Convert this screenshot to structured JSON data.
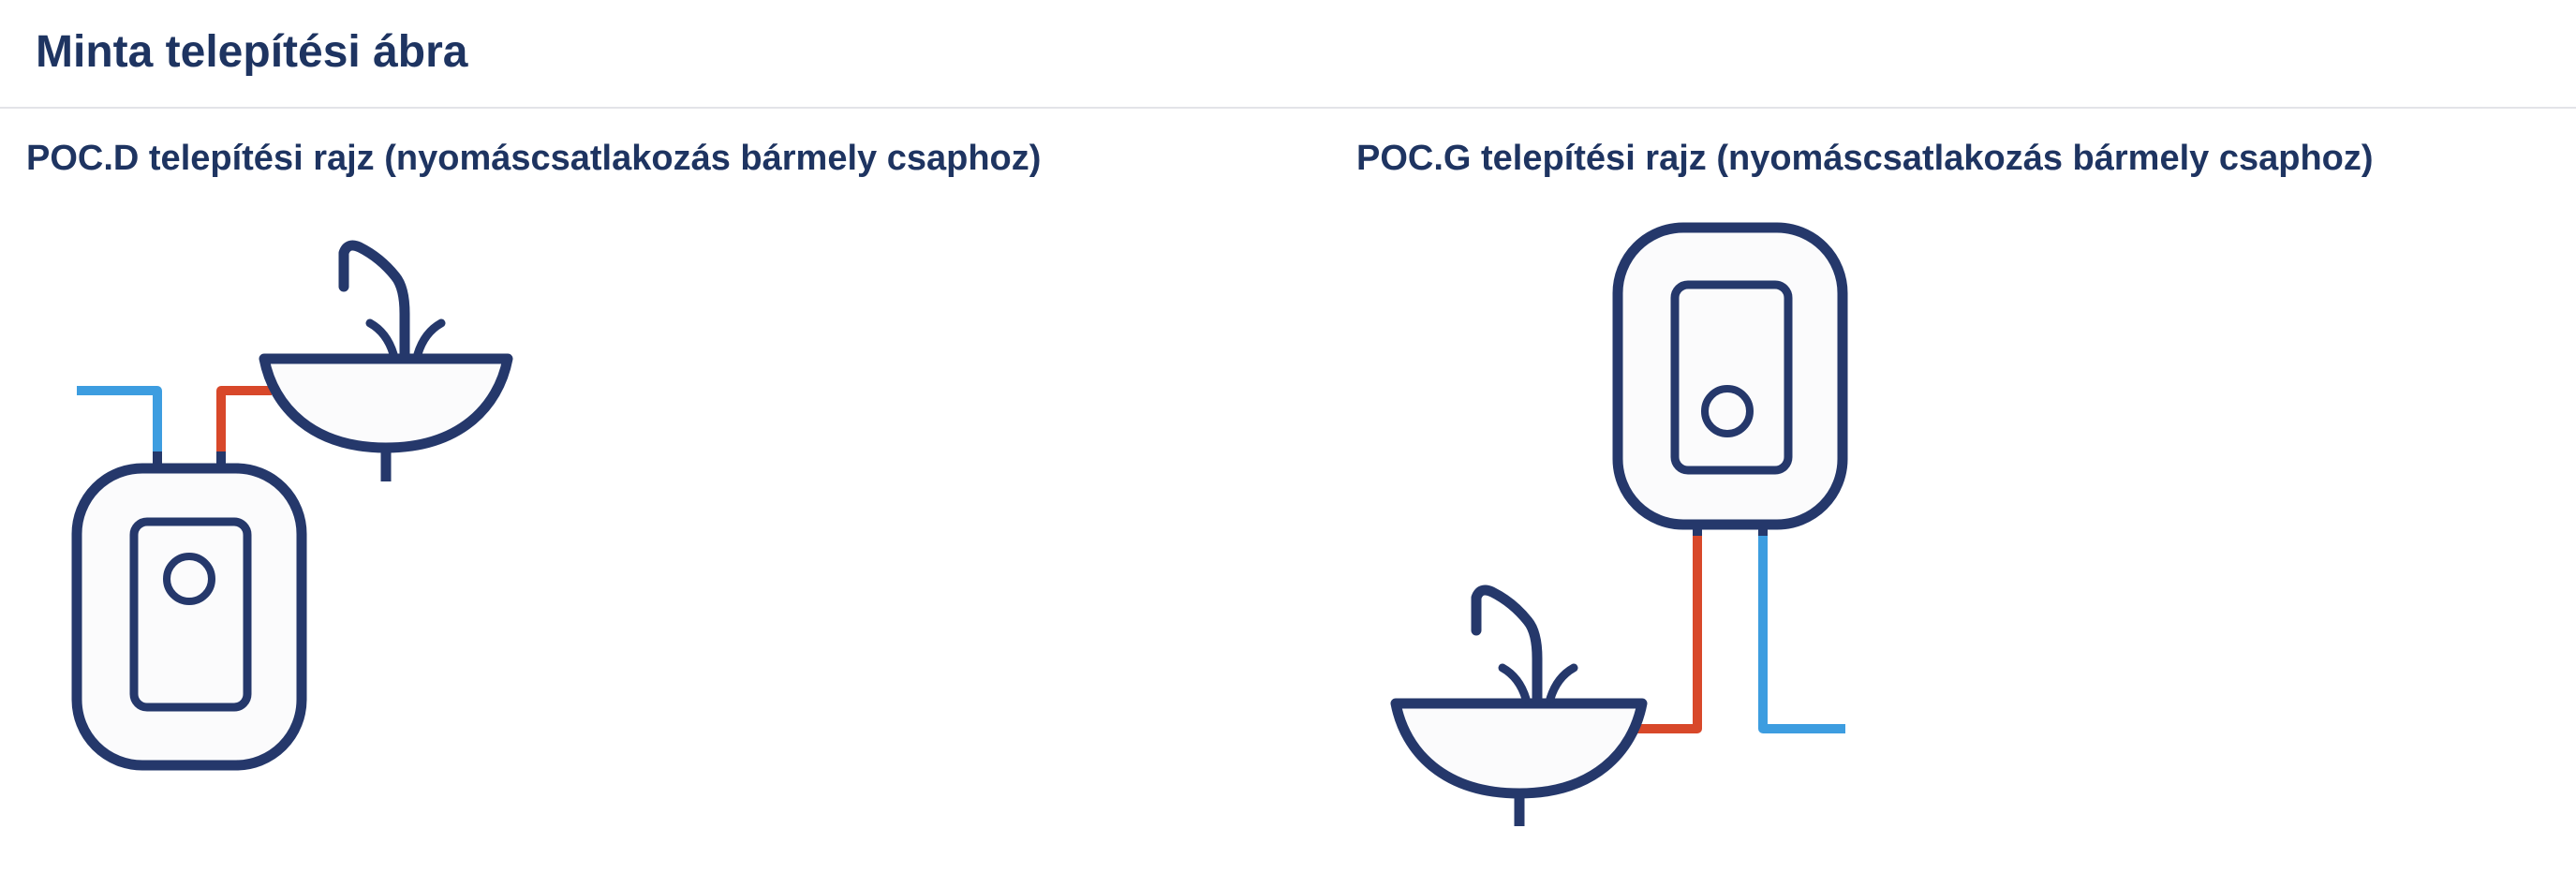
{
  "page": {
    "title": "Minta telepítési ábra"
  },
  "sections": [
    {
      "id": "poc-d",
      "heading": "POC.D telepítési rajz (nyomáscsatlakozás bármely csaphoz)",
      "layout": "sink-above-heater"
    },
    {
      "id": "poc-g",
      "heading": "POC.G telepítési rajz (nyomáscsatlakozás bármely csaphoz)",
      "layout": "heater-above-sink"
    }
  ],
  "colors": {
    "outline": "#25386b",
    "cold_pipe": "#3d9de0",
    "hot_pipe": "#d8482a",
    "heading_text": "#1e3461",
    "fill": "#fbfbfc",
    "divider": "#e3e4e8"
  },
  "icons": [
    "water-heater-icon",
    "sink-icon",
    "faucet-icon",
    "cold-water-pipe",
    "hot-water-pipe"
  ]
}
